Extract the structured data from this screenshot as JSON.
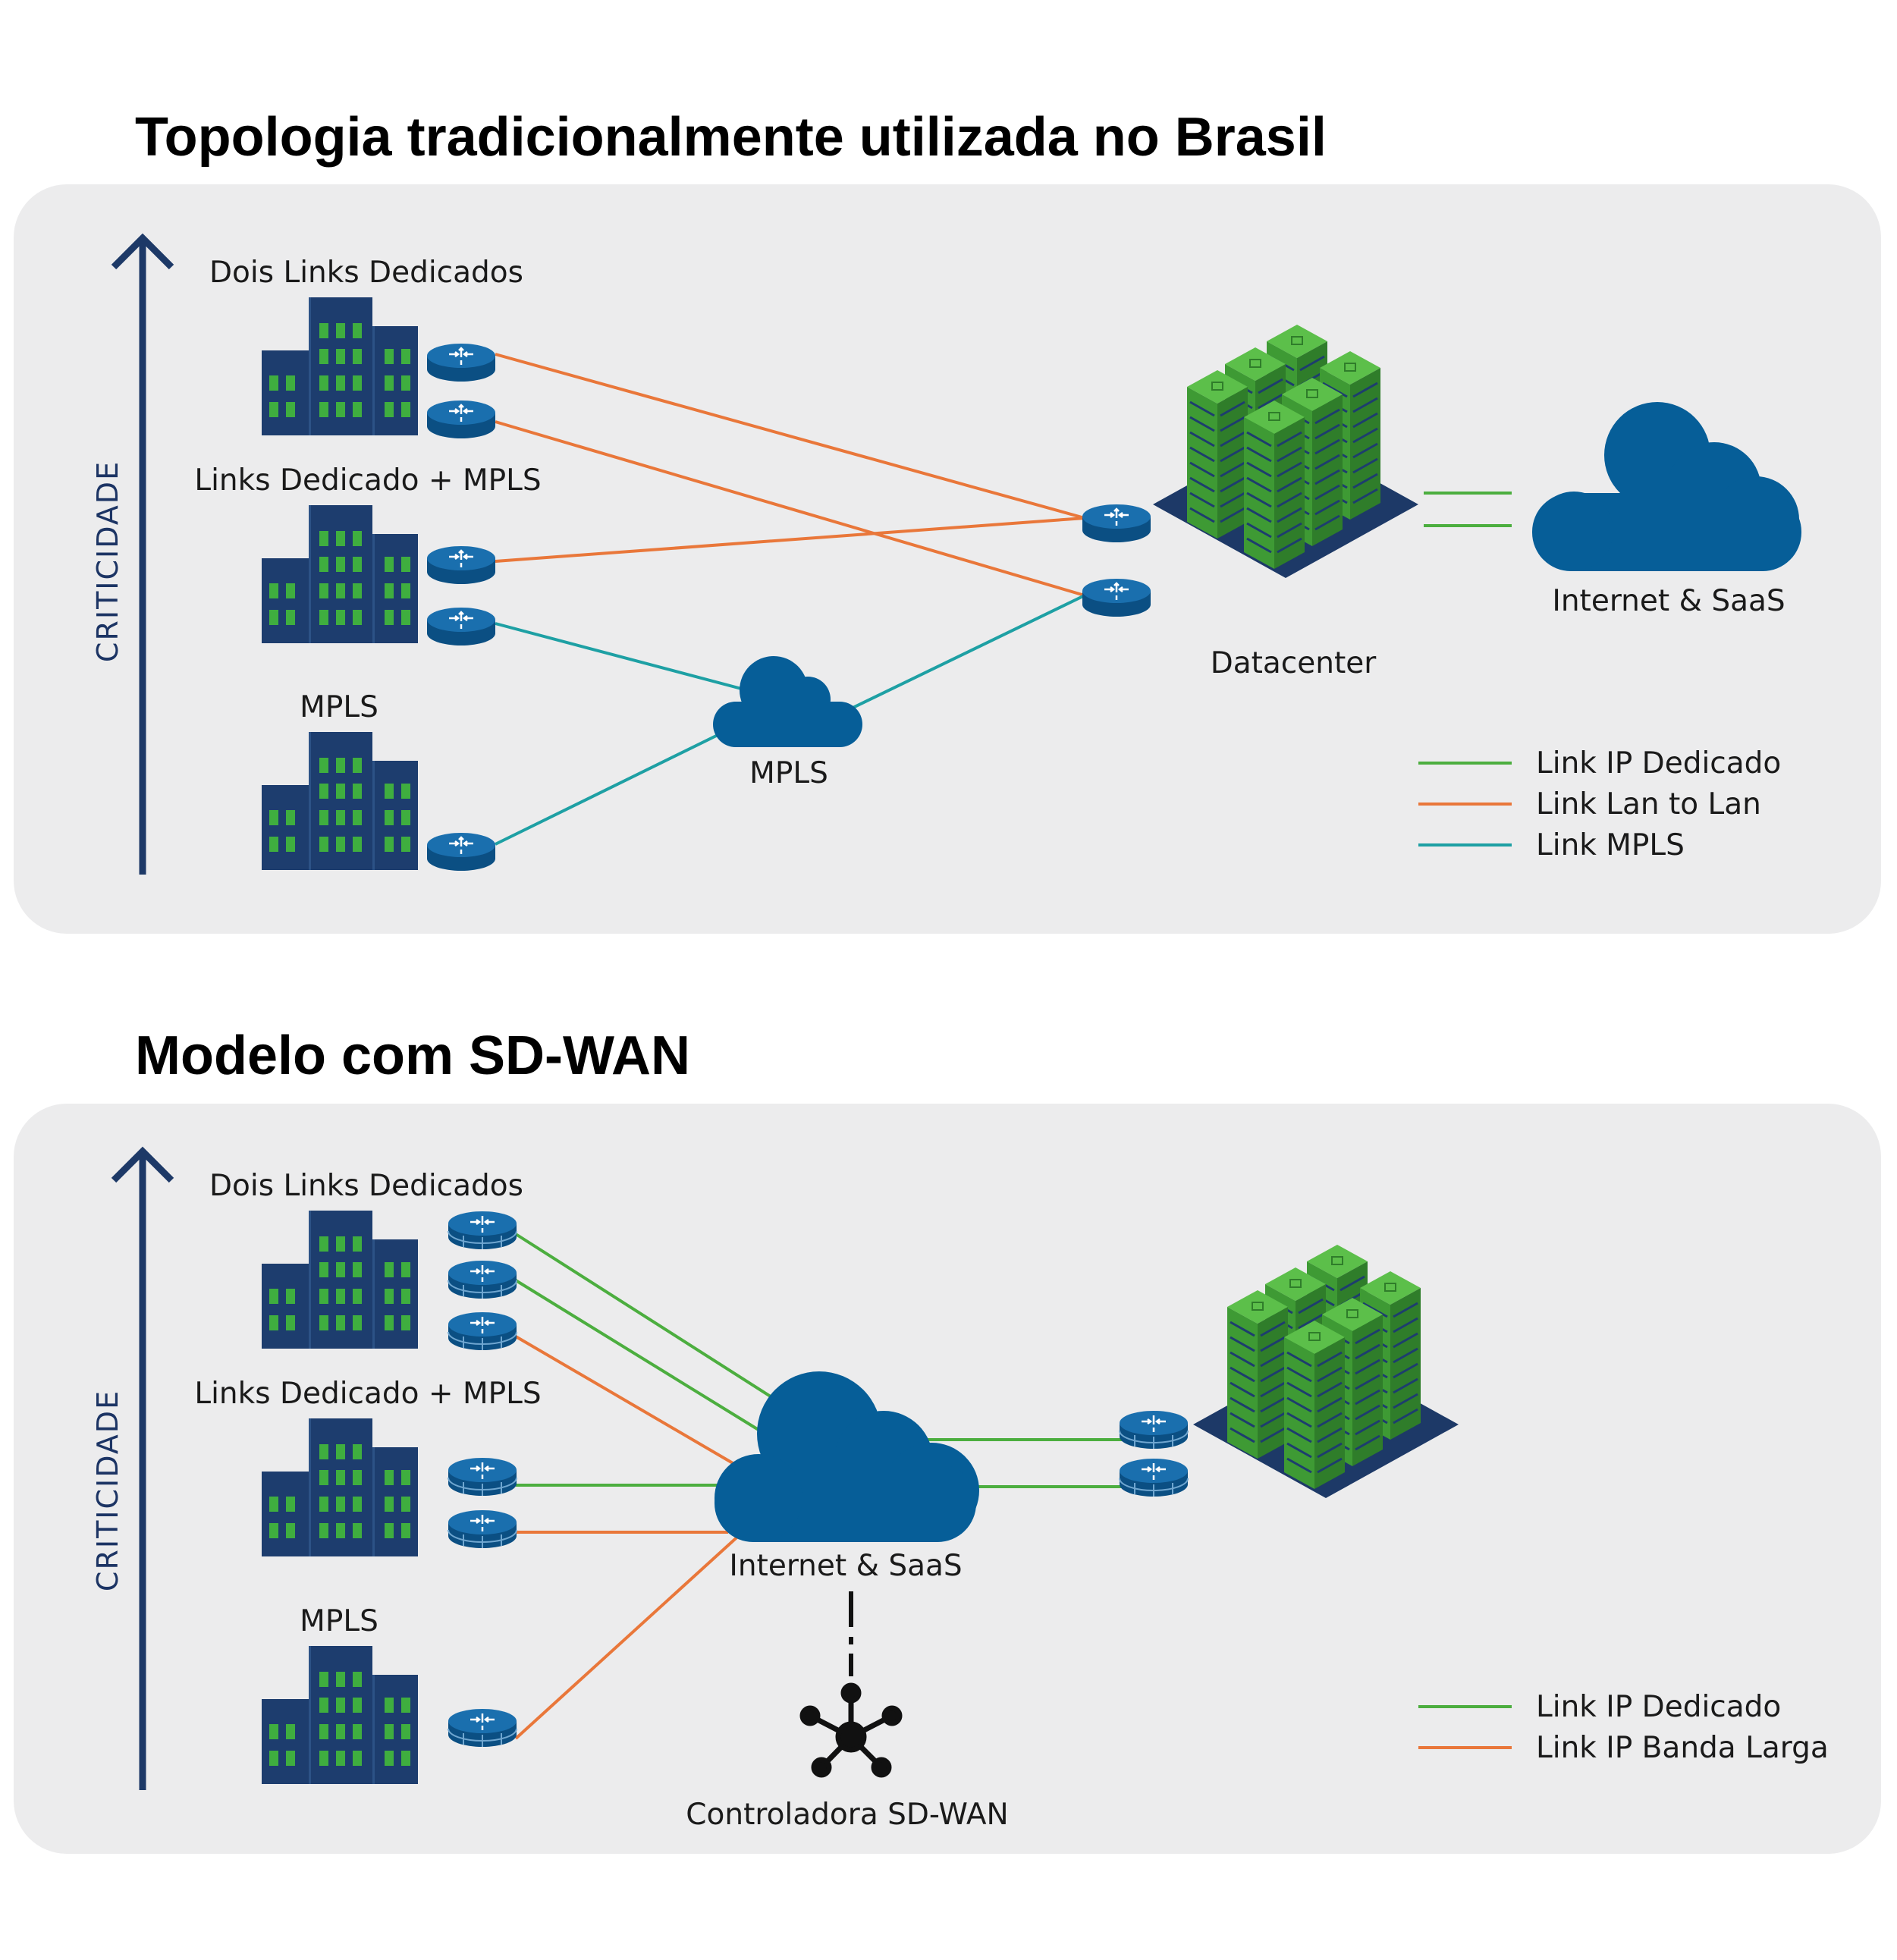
{
  "colors": {
    "panel": "#ececed",
    "navy": "#1d3967",
    "building": "#1d3d6e",
    "window": "#3fae3f",
    "router": "#0f5f9a",
    "cloud": "#065e98",
    "green_link": "#4cae3f",
    "orange_link": "#e9773a",
    "teal_link": "#1ea0a4",
    "server_green": "#49a83b"
  },
  "top": {
    "title": "Topologia tradicionalmente utilizada no Brasil",
    "axis_label": "CRITICIDADE",
    "site_labels": [
      "Dois Links Dedicados",
      "Links Dedicado + MPLS",
      "MPLS"
    ],
    "mpls_cloud_label": "MPLS",
    "datacenter_label": "Datacenter",
    "internet_label": "Internet & SaaS",
    "legend": [
      {
        "label": "Link IP Dedicado",
        "color": "#4cae3f"
      },
      {
        "label": "Link Lan to Lan",
        "color": "#e9773a"
      },
      {
        "label": "Link MPLS",
        "color": "#1ea0a4"
      }
    ]
  },
  "bottom": {
    "title": "Modelo com SD-WAN",
    "axis_label": "CRITICIDADE",
    "site_labels": [
      "Dois Links Dedicados",
      "Links Dedicado + MPLS",
      "MPLS"
    ],
    "internet_label": "Internet & SaaS",
    "controller_label": "Controladora SD-WAN",
    "legend": [
      {
        "label": "Link IP Dedicado",
        "color": "#4cae3f"
      },
      {
        "label": "Link IP Banda Larga",
        "color": "#e9773a"
      }
    ]
  }
}
